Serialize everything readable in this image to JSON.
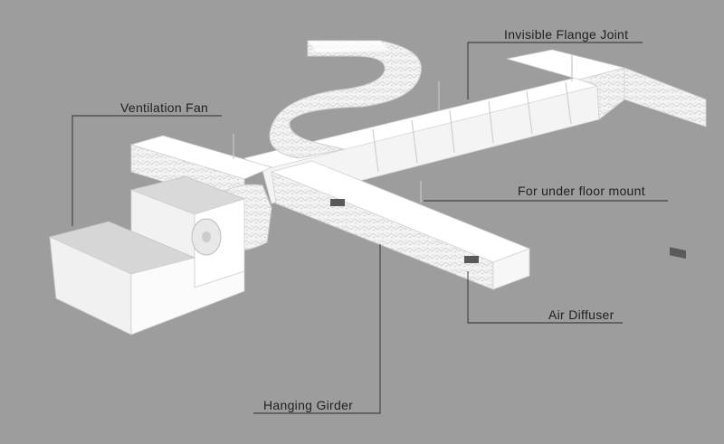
{
  "labels": {
    "invisible_flange_joint": "Invisible Flange Joint",
    "ventilation_fan": "Ventilation Fan",
    "under_floor_mount": "For under floor mount",
    "air_diffuser": "Air Diffuser",
    "hanging_girder": "Hanging Girder"
  },
  "colors": {
    "background": "#9d9d9d",
    "duct_top": "#ffffff",
    "duct_side": "#f2f2f2",
    "duct_texture": "#e6e6e6",
    "fan_top": "#dadada",
    "leader_line": "#2a2a2a"
  }
}
